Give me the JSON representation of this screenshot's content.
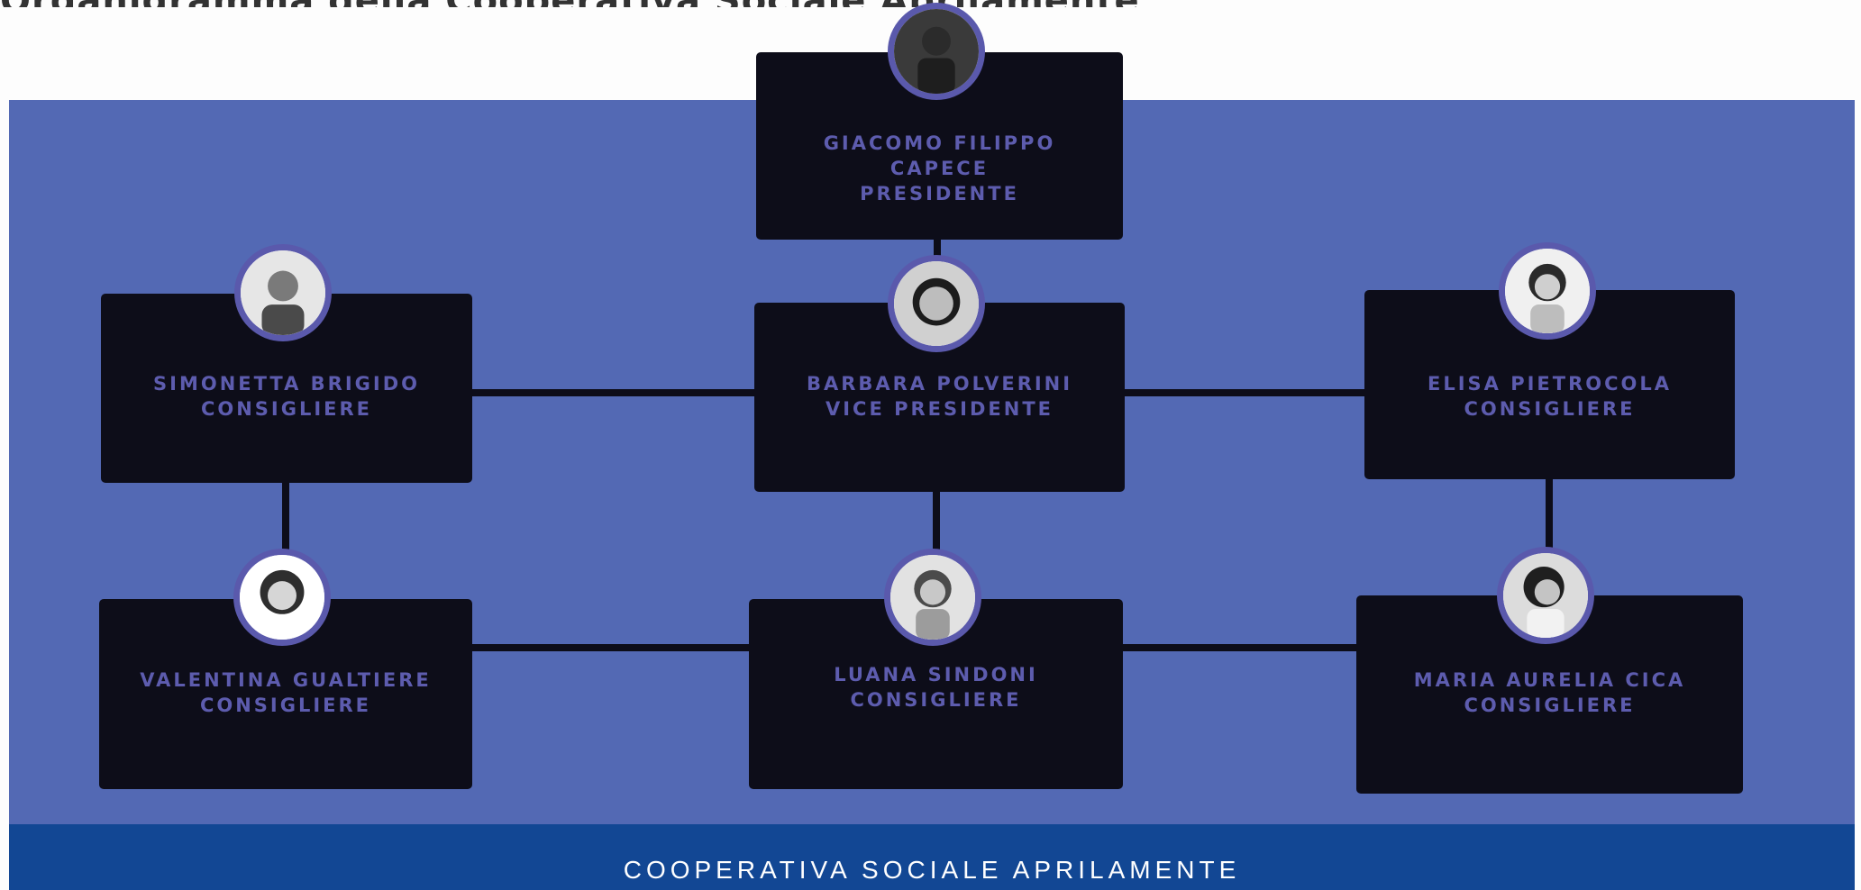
{
  "header": {
    "fragment": "Organigramma della Cooperativa Sociale Aprilamente"
  },
  "colors": {
    "panel": "#5369b4",
    "footer": "#124794",
    "card": "#0d0d19",
    "accent": "#5d5cae",
    "avatar_ring": "#5a59ac"
  },
  "members": [
    {
      "name": "GIACOMO FILIPPO CAPECE",
      "name_line1": "GIACOMO FILIPPO",
      "name_line2": "CAPECE",
      "role": "PRESIDENTE",
      "photo": "person-photo-icon"
    },
    {
      "name": "SIMONETTA BRIGIDO",
      "role": "CONSIGLIERE",
      "photo": "person-photo-icon"
    },
    {
      "name": "BARBARA POLVERINI",
      "role": "VICE PRESIDENTE",
      "photo": "person-photo-icon"
    },
    {
      "name": "ELISA PIETROCOLA",
      "role": "CONSIGLIERE",
      "photo": "person-photo-icon"
    },
    {
      "name": "VALENTINA GUALTIERE",
      "role": "CONSIGLIERE",
      "photo": "person-photo-icon"
    },
    {
      "name": "LUANA SINDONI",
      "role": "CONSIGLIERE",
      "photo": "person-photo-icon"
    },
    {
      "name": "MARIA AURELIA CICA",
      "role": "CONSIGLIERE",
      "photo": "person-photo-icon"
    }
  ],
  "footer": {
    "text": "COOPERATIVA SOCIALE APRILAMENTE"
  }
}
